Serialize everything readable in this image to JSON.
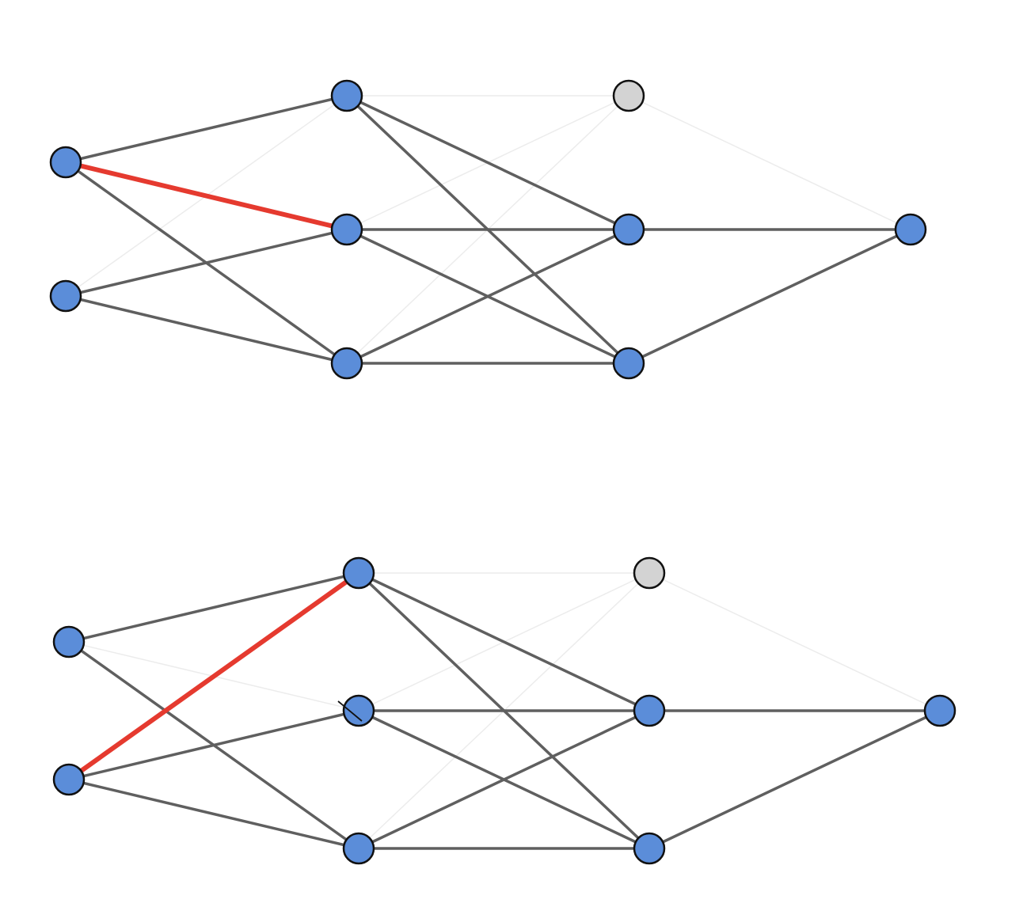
{
  "colors": {
    "background": "#ffffff",
    "active_node": "#5b8dd9",
    "inactive_node": "#d3d3d3",
    "node_stroke": "#111111",
    "edge": "#5f5f5f",
    "faint_edge": "#ececec",
    "highlight_edge": "#e53a2f"
  },
  "networks": [
    {
      "id": "top",
      "layers": [
        [
          "active",
          "active"
        ],
        [
          "active",
          "active",
          "active"
        ],
        [
          "inactive",
          "active",
          "active"
        ],
        [
          "active"
        ]
      ],
      "edges": [
        {
          "from": [
            0,
            0
          ],
          "to": [
            1,
            0
          ],
          "style": "normal"
        },
        {
          "from": [
            0,
            0
          ],
          "to": [
            1,
            1
          ],
          "style": "highlight"
        },
        {
          "from": [
            0,
            0
          ],
          "to": [
            1,
            2
          ],
          "style": "normal"
        },
        {
          "from": [
            0,
            1
          ],
          "to": [
            1,
            0
          ],
          "style": "faint"
        },
        {
          "from": [
            0,
            1
          ],
          "to": [
            1,
            1
          ],
          "style": "normal"
        },
        {
          "from": [
            0,
            1
          ],
          "to": [
            1,
            2
          ],
          "style": "normal"
        },
        {
          "from": [
            1,
            0
          ],
          "to": [
            2,
            0
          ],
          "style": "faint"
        },
        {
          "from": [
            1,
            0
          ],
          "to": [
            2,
            1
          ],
          "style": "normal"
        },
        {
          "from": [
            1,
            0
          ],
          "to": [
            2,
            2
          ],
          "style": "normal"
        },
        {
          "from": [
            1,
            1
          ],
          "to": [
            2,
            0
          ],
          "style": "faint"
        },
        {
          "from": [
            1,
            1
          ],
          "to": [
            2,
            1
          ],
          "style": "normal"
        },
        {
          "from": [
            1,
            1
          ],
          "to": [
            2,
            2
          ],
          "style": "normal"
        },
        {
          "from": [
            1,
            2
          ],
          "to": [
            2,
            0
          ],
          "style": "faint"
        },
        {
          "from": [
            1,
            2
          ],
          "to": [
            2,
            1
          ],
          "style": "normal"
        },
        {
          "from": [
            1,
            2
          ],
          "to": [
            2,
            2
          ],
          "style": "normal"
        },
        {
          "from": [
            2,
            0
          ],
          "to": [
            3,
            0
          ],
          "style": "faint"
        },
        {
          "from": [
            2,
            1
          ],
          "to": [
            3,
            0
          ],
          "style": "normal"
        },
        {
          "from": [
            2,
            2
          ],
          "to": [
            3,
            0
          ],
          "style": "normal"
        }
      ]
    },
    {
      "id": "bottom",
      "layers": [
        [
          "active",
          "active"
        ],
        [
          "active",
          "active",
          "active"
        ],
        [
          "inactive",
          "active",
          "active"
        ],
        [
          "active"
        ]
      ],
      "edges": [
        {
          "from": [
            0,
            0
          ],
          "to": [
            1,
            0
          ],
          "style": "normal"
        },
        {
          "from": [
            0,
            0
          ],
          "to": [
            1,
            1
          ],
          "style": "faint"
        },
        {
          "from": [
            0,
            0
          ],
          "to": [
            1,
            2
          ],
          "style": "normal"
        },
        {
          "from": [
            0,
            1
          ],
          "to": [
            1,
            0
          ],
          "style": "highlight"
        },
        {
          "from": [
            0,
            1
          ],
          "to": [
            1,
            1
          ],
          "style": "normal"
        },
        {
          "from": [
            0,
            1
          ],
          "to": [
            1,
            2
          ],
          "style": "normal"
        },
        {
          "from": [
            1,
            0
          ],
          "to": [
            2,
            0
          ],
          "style": "faint"
        },
        {
          "from": [
            1,
            0
          ],
          "to": [
            2,
            1
          ],
          "style": "normal"
        },
        {
          "from": [
            1,
            0
          ],
          "to": [
            2,
            2
          ],
          "style": "normal"
        },
        {
          "from": [
            1,
            1
          ],
          "to": [
            2,
            0
          ],
          "style": "faint"
        },
        {
          "from": [
            1,
            1
          ],
          "to": [
            2,
            1
          ],
          "style": "normal"
        },
        {
          "from": [
            1,
            1
          ],
          "to": [
            2,
            2
          ],
          "style": "normal"
        },
        {
          "from": [
            1,
            2
          ],
          "to": [
            2,
            0
          ],
          "style": "faint"
        },
        {
          "from": [
            1,
            2
          ],
          "to": [
            2,
            1
          ],
          "style": "normal"
        },
        {
          "from": [
            1,
            2
          ],
          "to": [
            2,
            2
          ],
          "style": "normal"
        },
        {
          "from": [
            2,
            0
          ],
          "to": [
            3,
            0
          ],
          "style": "faint"
        },
        {
          "from": [
            2,
            1
          ],
          "to": [
            3,
            0
          ],
          "style": "normal"
        },
        {
          "from": [
            2,
            2
          ],
          "to": [
            3,
            0
          ],
          "style": "normal"
        }
      ],
      "node_marks": [
        {
          "node": [
            1,
            1
          ],
          "mark": "strike"
        }
      ]
    }
  ]
}
